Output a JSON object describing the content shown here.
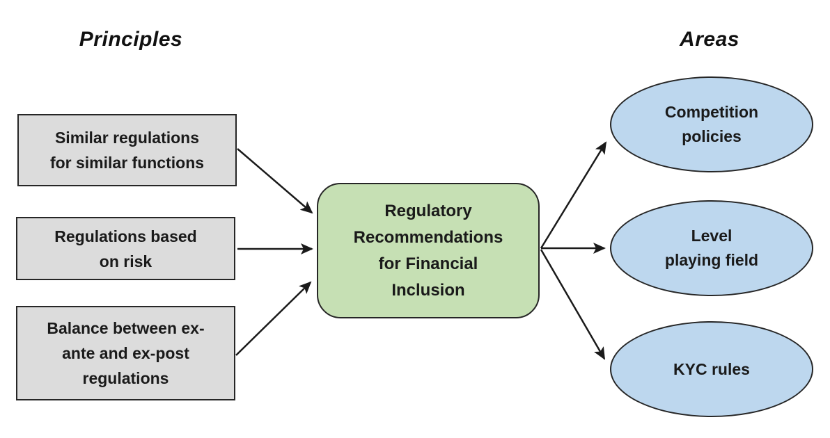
{
  "diagram": {
    "left_column_title": "Principles",
    "right_column_title": "Areas",
    "principles": [
      {
        "label": "Similar regulations\nfor similar functions"
      },
      {
        "label": "Regulations based\non risk"
      },
      {
        "label": "Balance between ex-\nante and ex-post\nregulations"
      }
    ],
    "center_node": {
      "label": "Regulatory\nRecommendations\nfor Financial\nInclusion"
    },
    "areas": [
      {
        "label": "Competition\npolicies"
      },
      {
        "label": "Level\nplaying field"
      },
      {
        "label": "KYC rules"
      }
    ],
    "colors": {
      "principle_fill": "#dcdcdc",
      "center_fill": "#c6e0b4",
      "area_fill": "#bdd7ee",
      "border": "#262626",
      "arrow": "#1a1a1a"
    }
  }
}
